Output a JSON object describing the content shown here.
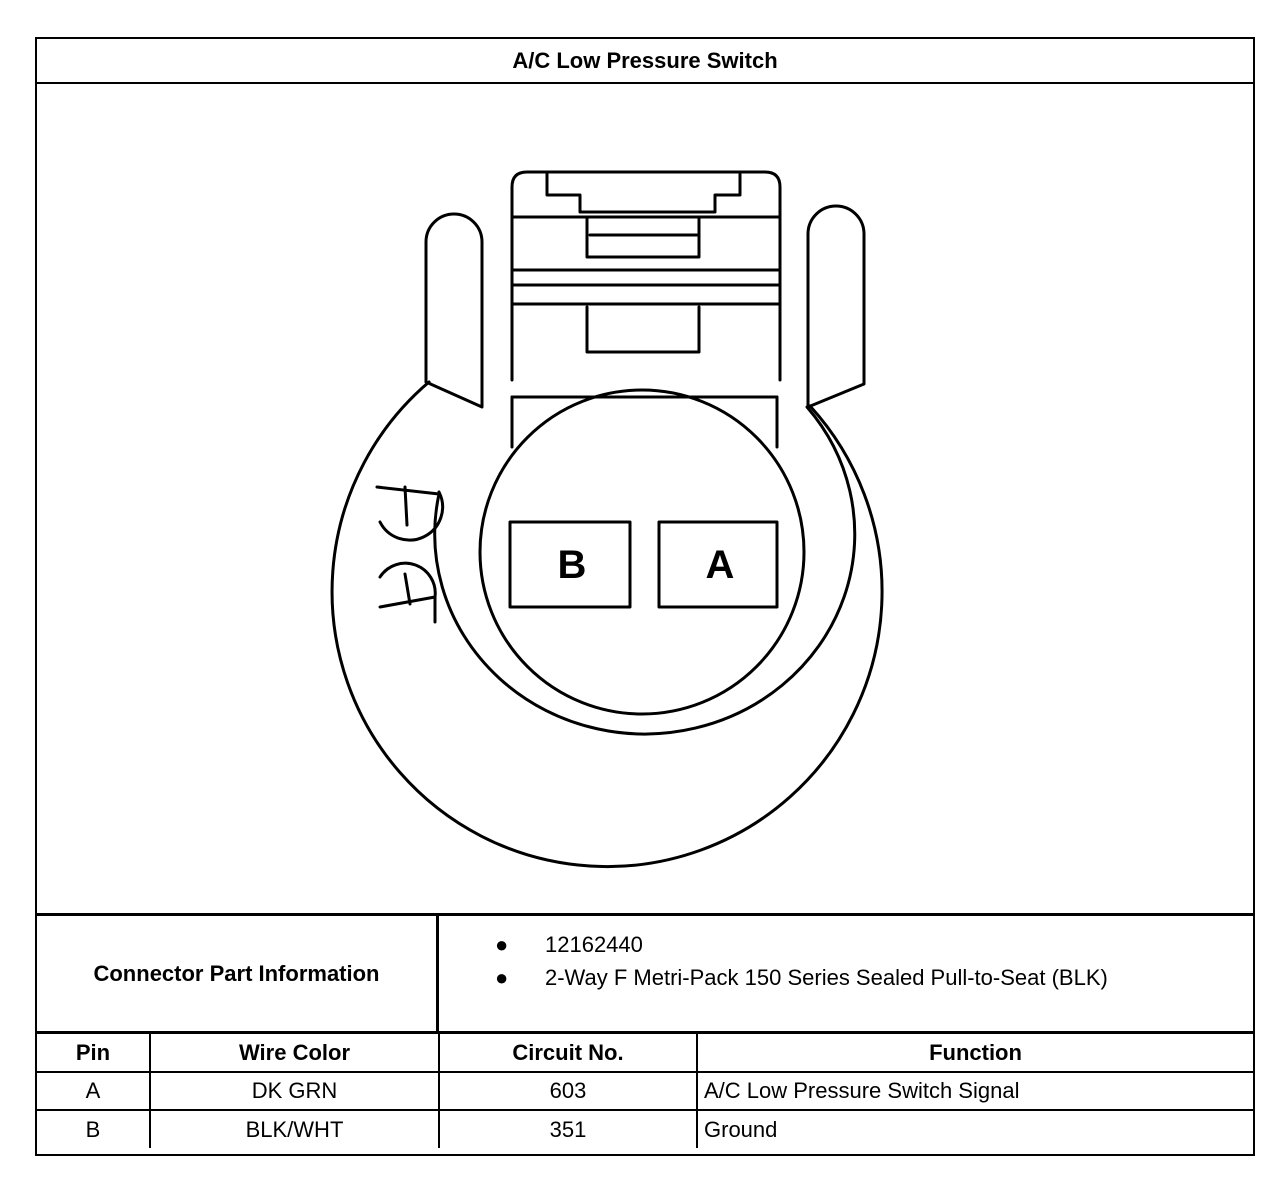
{
  "title": "A/C Low Pressure Switch",
  "diagram": {
    "cavities": [
      {
        "label": "B"
      },
      {
        "label": "A"
      }
    ]
  },
  "connector_info": {
    "label": "Connector Part Information",
    "items": [
      "12162440",
      "2-Way F Metri-Pack 150 Series Sealed Pull-to-Seat (BLK)"
    ]
  },
  "pin_table": {
    "headers": [
      "Pin",
      "Wire Color",
      "Circuit No.",
      "Function"
    ],
    "rows": [
      [
        "A",
        "DK GRN",
        "603",
        "A/C Low Pressure Switch Signal"
      ],
      [
        "B",
        "BLK/WHT",
        "351",
        "Ground"
      ]
    ]
  }
}
